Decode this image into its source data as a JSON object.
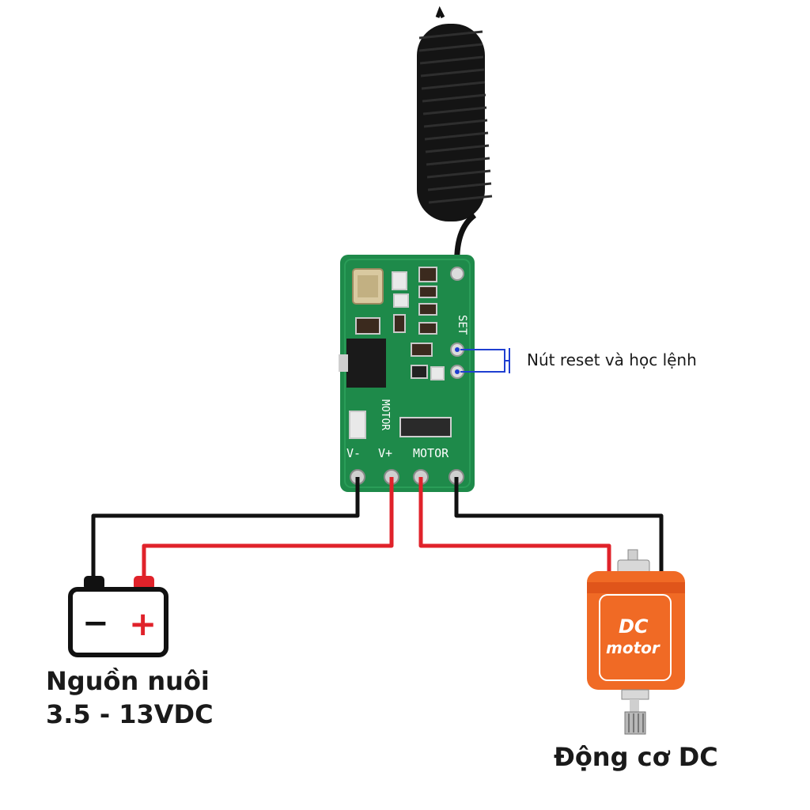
{
  "labels": {
    "reset_button": "Nút reset và học lệnh",
    "power_supply_title": "Nguồn nuôi",
    "power_supply_range": "3.5 - 13VDC",
    "motor_title": "Động cơ DC",
    "motor_logo_line1": "DC",
    "motor_logo_line2": "motor",
    "battery_minus": "−",
    "battery_plus": "+"
  },
  "board": {
    "silk_vminus": "V-",
    "silk_vplus": "V+",
    "silk_motor": "MOTOR",
    "silk_motor_vertical": "MOTOR",
    "silk_set": "SET"
  },
  "colors": {
    "pcb_green": "#1e8a4a",
    "wire_red": "#e0222a",
    "wire_black": "#111111",
    "motor_orange": "#f06a25",
    "annotation_blue": "#1f3fd1"
  }
}
